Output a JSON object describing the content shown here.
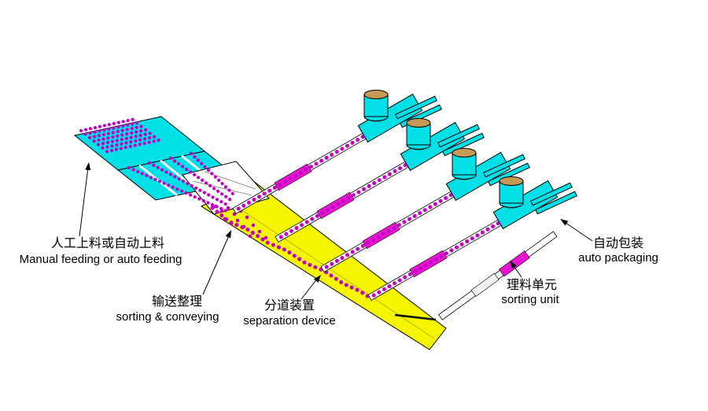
{
  "diagram": {
    "labels": {
      "feeding": {
        "zh": "人工上料或自动上料",
        "en": "Manual feeding or auto feeding"
      },
      "conveying": {
        "zh": "输送整理",
        "en": "sorting & conveying"
      },
      "separation": {
        "zh": "分道装置",
        "en": "separation device"
      },
      "sorting_unit": {
        "zh": "理料单元",
        "en": "sorting unit"
      },
      "packaging": {
        "zh": "自动包装",
        "en": "auto packaging"
      }
    },
    "colors": {
      "background": "#FFFFFF",
      "cyan": "#00E0E6",
      "yellow": "#F6F500",
      "dot_magenta": "#C400C4",
      "bar_magenta": "#E715D2",
      "cup_top_tan": "#C69A55",
      "outline": "#000000"
    }
  }
}
